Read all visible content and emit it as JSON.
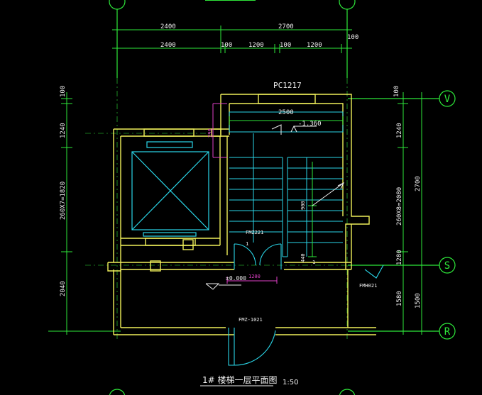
{
  "drawing": {
    "title": "1# 楼梯一层平面图",
    "scale": "1:50",
    "colors": {
      "background": "#000000",
      "wall": "#f0f05a",
      "cyan": "#2ad6e8",
      "green": "#2ee83a",
      "white": "#f0f0f0",
      "magenta": "#e040c8"
    },
    "axes": {
      "v": "V",
      "s": "S",
      "r": "R"
    },
    "top_dims": {
      "overall": [
        "2400",
        "2700"
      ],
      "detail": [
        "2400",
        "100",
        "1200",
        "100",
        "1200"
      ],
      "offset": "100"
    },
    "left_dims": [
      "100",
      "1240",
      "260X7=1820",
      "2040"
    ],
    "right_dims": {
      "inner": [
        "100",
        "1240",
        "260X8=2080",
        "1280",
        "1580"
      ],
      "outer": [
        "2700",
        "1500"
      ]
    },
    "labels": {
      "window": "PC1217",
      "inner_width": "2500",
      "landing_level": "-1.360",
      "floor_level": "±0.000",
      "door_fm_a": "FMZ221",
      "door_fm_b": "FMH021",
      "door_fm_c": "FMZ-1021",
      "door_width": "1200",
      "stair_mark_a": "900",
      "stair_mark_b": "440",
      "dim_small_a": "290",
      "dim_small_b": "1",
      "dim_small_c": "1"
    }
  }
}
